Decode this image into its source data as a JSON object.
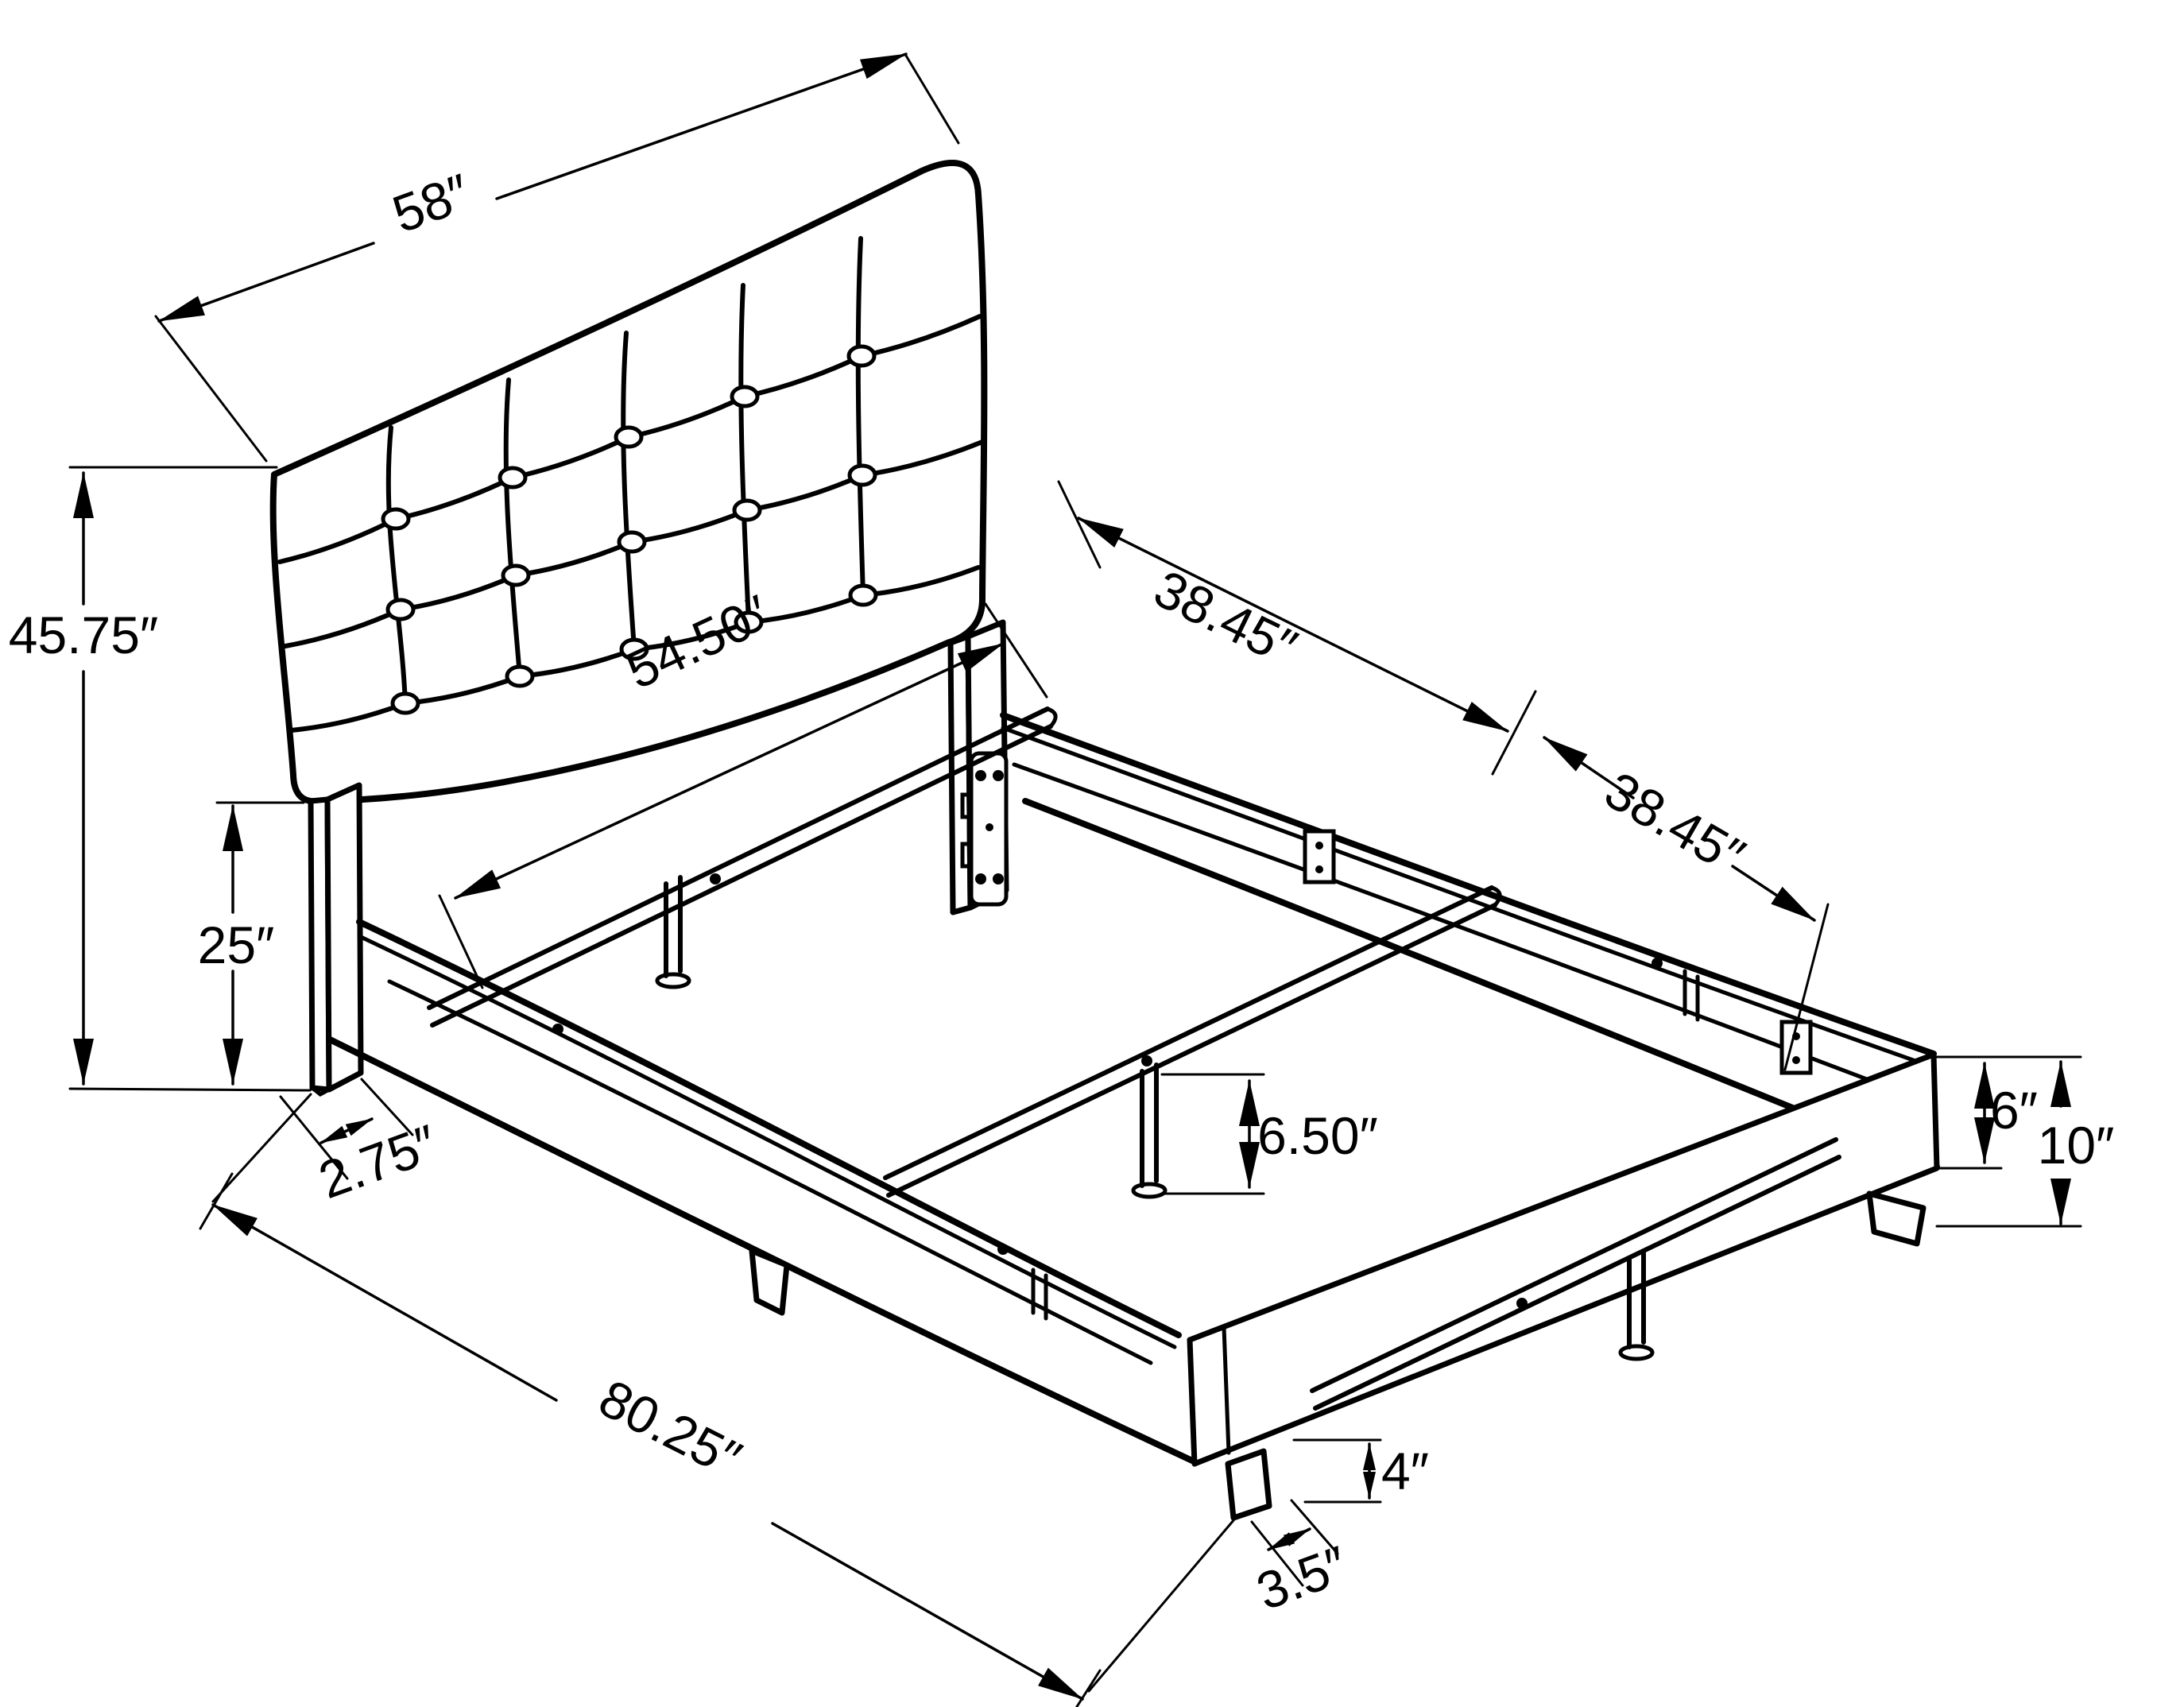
{
  "figure": {
    "description": "Isometric line drawing of an upholstered bed frame with button-tufted headboard, side rails, three metal support slats with centre legs, and dimension callouts",
    "line_color": "#000000",
    "background_color": "#ffffff"
  },
  "dim_labels": {
    "headboard_width": "58″",
    "headboard_height": "45.75″",
    "headboard_post_height": "25″",
    "headboard_leg_depth": "2.75″",
    "inner_width": "54.50″",
    "slat_section_head": "38.45″",
    "slat_section_foot": "38.45″",
    "center_leg_height": "6.50″",
    "rail_height": "6″",
    "frame_height": "10″",
    "foot_leg_height": "4″",
    "foot_leg_width": "3.5″",
    "frame_length": "80.25″"
  }
}
